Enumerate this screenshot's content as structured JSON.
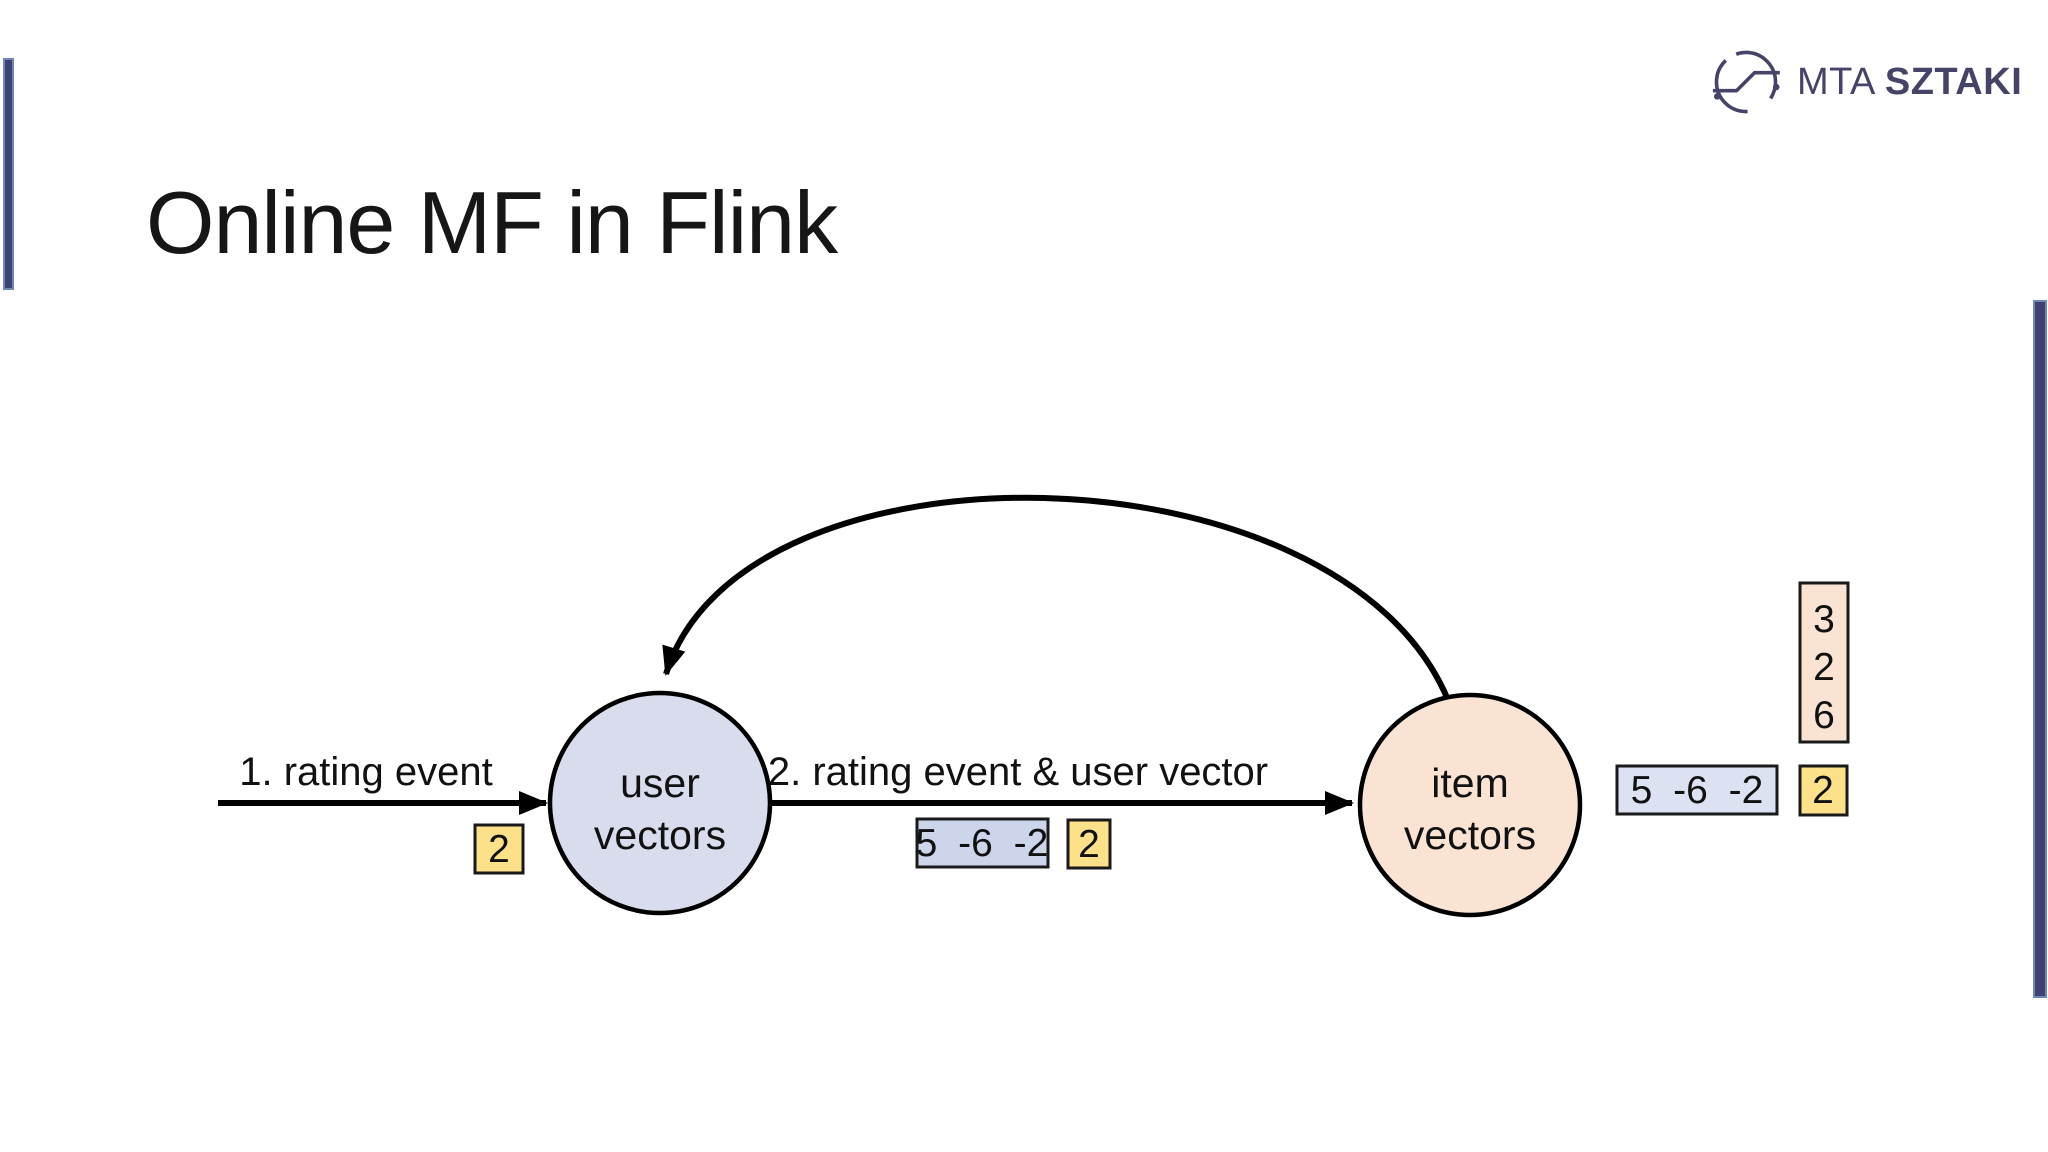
{
  "title": "Online MF in Flink",
  "logo": {
    "mta": "MTA",
    "sztaki": "SZTAKI"
  },
  "diagram": {
    "arrow1_label": "1. rating event",
    "arrow2_label": "2. rating event & user vector",
    "user_node": {
      "line1": "user",
      "line2": "vectors"
    },
    "item_node": {
      "line1": "item",
      "line2": "vectors"
    },
    "rating_token_left": "2",
    "user_vector_token_mid": "5 -6 -2",
    "rating_token_mid": "2",
    "item_vector_token_right": "5 -6 -2",
    "rating_token_right": "2",
    "item_vector_column": [
      "3",
      "2",
      "6"
    ]
  },
  "colors": {
    "accent_bar_navy": "#3e4273",
    "accent_bar_edge": "#7188b4",
    "user_node_fill": "#d8dcec",
    "item_node_fill": "#fbe3d4",
    "token_yellow": "#fde18a",
    "token_blue_mid": "#ccd5ea",
    "token_blue_right": "#dce2f1",
    "token_peach_column": "#fbe3d3",
    "logo_navy": "#454468",
    "line_black": "#000000"
  }
}
